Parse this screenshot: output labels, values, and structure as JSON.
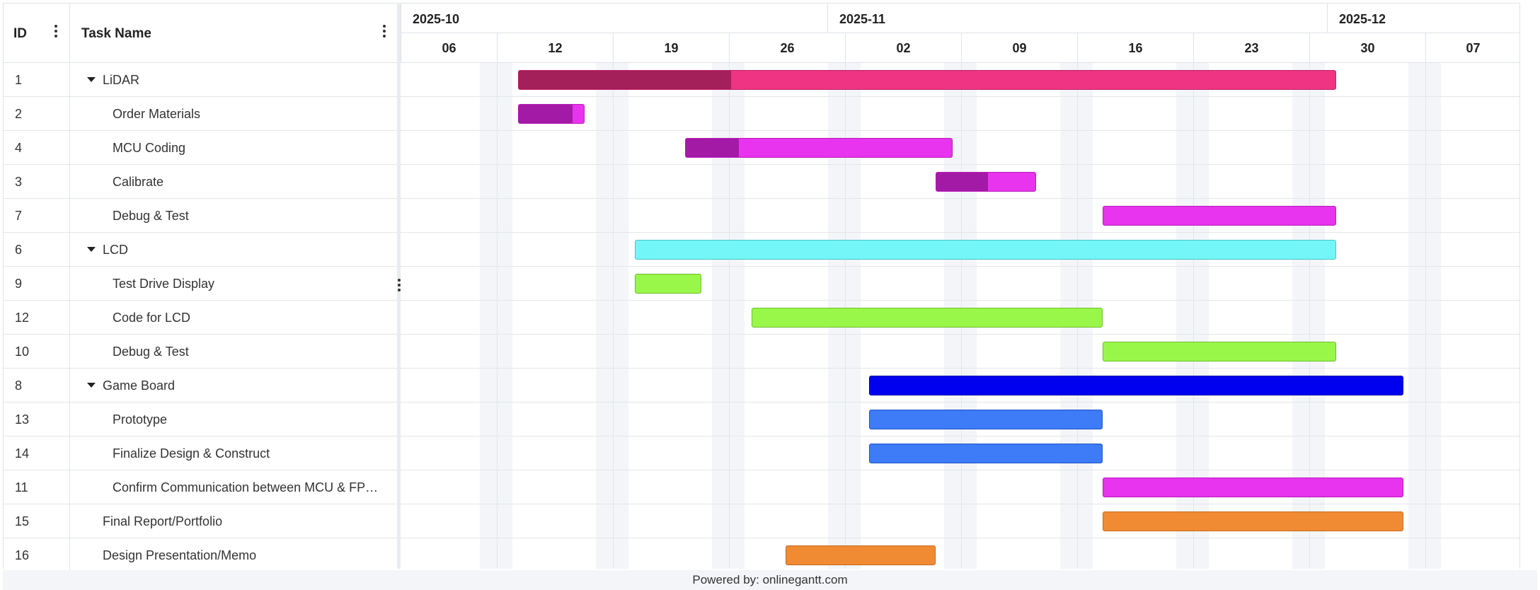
{
  "grid": {
    "header": {
      "id": "ID",
      "name": "Task Name"
    }
  },
  "timeline": {
    "months": [
      "2025-10",
      "2025-11",
      "2025-12"
    ],
    "days": [
      "06",
      "12",
      "19",
      "26",
      "02",
      "09",
      "16",
      "23",
      "30",
      "07"
    ]
  },
  "tasks": [
    {
      "id": "1",
      "name": "LiDAR",
      "group": true,
      "start": "2025-10-11",
      "end": "2025-11-29",
      "progress": 0.26,
      "color": "#ee3483",
      "progress_color": "#a4205a",
      "border": "#c01f66"
    },
    {
      "id": "2",
      "name": "Order Materials",
      "group": false,
      "start": "2025-10-11",
      "end": "2025-10-15",
      "progress": 0.83,
      "color": "#e834ee",
      "progress_color": "#a31aa6",
      "border": "#b81cb8"
    },
    {
      "id": "4",
      "name": "MCU Coding",
      "group": false,
      "start": "2025-10-21",
      "end": "2025-11-06",
      "progress": 0.2,
      "color": "#e834ee",
      "progress_color": "#a31aa6",
      "border": "#b81cb8"
    },
    {
      "id": "3",
      "name": "Calibrate",
      "group": false,
      "start": "2025-11-05",
      "end": "2025-11-11",
      "progress": 0.52,
      "color": "#e834ee",
      "progress_color": "#a31aa6",
      "border": "#b81cb8"
    },
    {
      "id": "7",
      "name": "Debug & Test",
      "group": false,
      "start": "2025-11-15",
      "end": "2025-11-29",
      "progress": 0,
      "color": "#e834ee",
      "progress_color": "#a31aa6",
      "border": "#b81cb8"
    },
    {
      "id": "6",
      "name": "LCD",
      "group": true,
      "start": "2025-10-18",
      "end": "2025-11-29",
      "progress": 0,
      "color": "#74f6f8",
      "progress_color": "#45c7c9",
      "border": "#44c4cc"
    },
    {
      "id": "9",
      "name": "Test Drive Display",
      "group": false,
      "start": "2025-10-18",
      "end": "2025-10-22",
      "progress": 0,
      "color": "#99f74a",
      "progress_color": "#6cc21d",
      "border": "#6cbf2a"
    },
    {
      "id": "12",
      "name": "Code for LCD",
      "group": false,
      "start": "2025-10-25",
      "end": "2025-11-15",
      "progress": 0,
      "color": "#99f74a",
      "progress_color": "#6cc21d",
      "border": "#6cbf2a"
    },
    {
      "id": "10",
      "name": "Debug & Test",
      "group": false,
      "start": "2025-11-15",
      "end": "2025-11-29",
      "progress": 0,
      "color": "#99f74a",
      "progress_color": "#6cc21d",
      "border": "#6cbf2a"
    },
    {
      "id": "8",
      "name": "Game Board",
      "group": true,
      "start": "2025-11-01",
      "end": "2025-12-03",
      "progress": 0,
      "color": "#0000f0",
      "progress_color": "#0000b0",
      "border": "#0000a8"
    },
    {
      "id": "13",
      "name": "Prototype",
      "group": false,
      "start": "2025-11-01",
      "end": "2025-11-15",
      "progress": 0,
      "color": "#3d7bf7",
      "progress_color": "#2657c4",
      "border": "#2155c6"
    },
    {
      "id": "14",
      "name": "Finalize Design & Construct",
      "group": false,
      "start": "2025-11-01",
      "end": "2025-11-15",
      "progress": 0,
      "color": "#3d7bf7",
      "progress_color": "#2657c4",
      "border": "#2155c6"
    },
    {
      "id": "11",
      "name": "Confirm Communication between MCU & FP…",
      "group": false,
      "start": "2025-11-15",
      "end": "2025-12-03",
      "progress": 0,
      "color": "#e834ee",
      "progress_color": "#a31aa6",
      "border": "#b81cb8"
    },
    {
      "id": "15",
      "name": "Final Report/Portfolio",
      "group": false,
      "start": "2025-11-15",
      "end": "2025-12-03",
      "progress": 0,
      "color": "#f08b34",
      "progress_color": "#c86a18",
      "border": "#c66a1e"
    },
    {
      "id": "16",
      "name": "Design Presentation/Memo",
      "group": false,
      "start": "2025-10-27",
      "end": "2025-11-05",
      "progress": 0,
      "color": "#f08b34",
      "progress_color": "#c86a18",
      "border": "#c66a1e"
    }
  ],
  "footer": {
    "text": "Powered by: onlinegantt.com"
  }
}
